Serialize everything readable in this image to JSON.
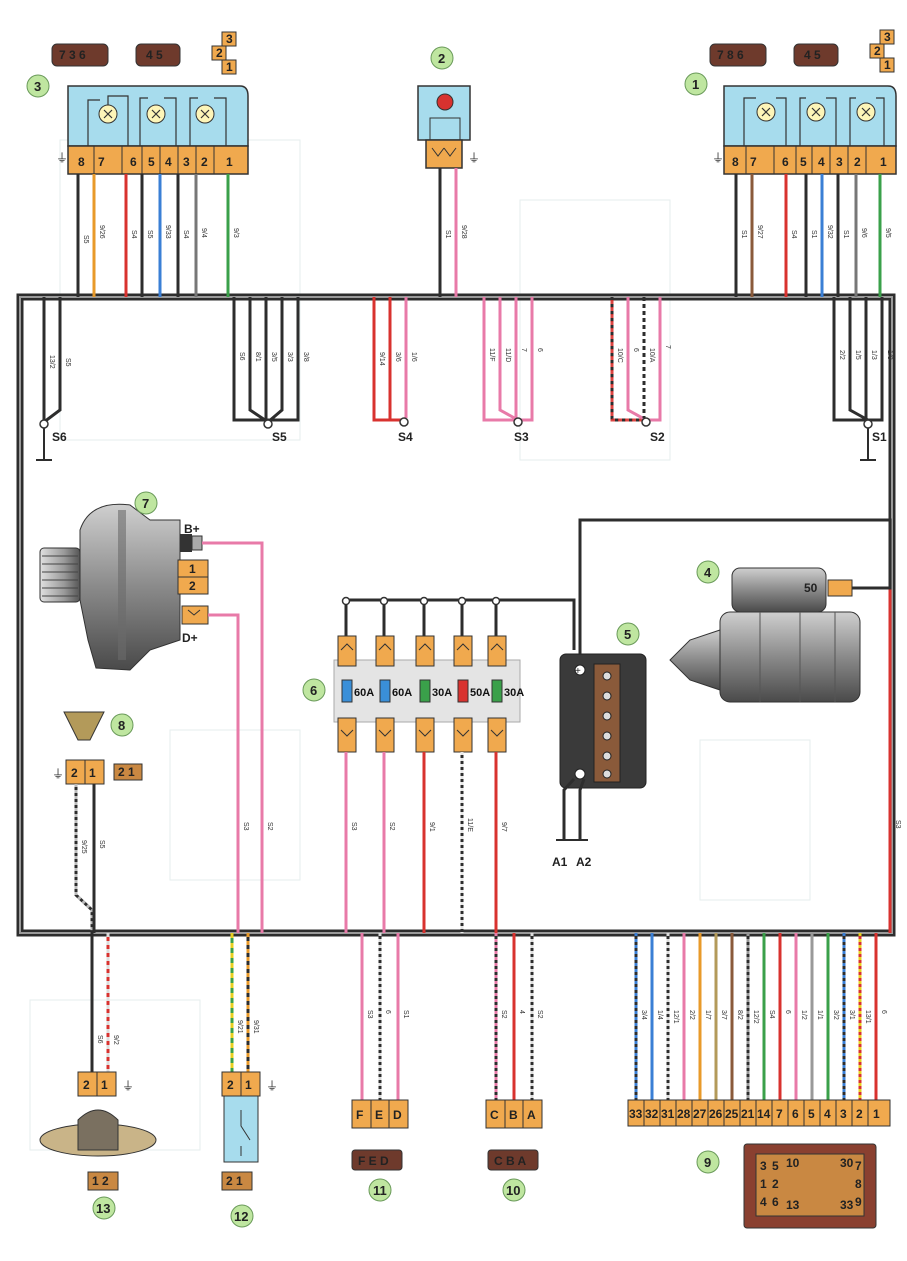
{
  "components": {
    "c1": "1",
    "c2": "2",
    "c3": "3",
    "c4": "4",
    "c5": "5",
    "c6": "6",
    "c7": "7",
    "c8": "8",
    "c9": "9",
    "c10": "10",
    "c11": "11",
    "c12": "12",
    "c13": "13"
  },
  "lamp_pins": [
    "8",
    "7",
    "6",
    "5",
    "4",
    "3",
    "2",
    "1"
  ],
  "lamp_connector_views": {
    "a": "7 3 6",
    "b": "4 5",
    "c": [
      "3",
      "2",
      "1"
    ]
  },
  "right_lamp_connector_views": {
    "a": "7 8 6",
    "b": "4 5",
    "c": [
      "3",
      "2",
      "1"
    ]
  },
  "splices": {
    "s6": "S6",
    "s5": "S5",
    "s4": "S4",
    "s3": "S3",
    "s2": "S2",
    "s1": "S1"
  },
  "alternator": {
    "bplus": "B+",
    "dplus": "D+",
    "p1": "1",
    "p2": "2"
  },
  "starter": {
    "term": "50"
  },
  "fuses": [
    "60A",
    "60A",
    "30A",
    "50A",
    "30A"
  ],
  "ground": {
    "a1": "A1",
    "a2": "A2"
  },
  "horn_pins": [
    "2",
    "1"
  ],
  "horn_conn": "2 1",
  "fan_pins": [
    "2",
    "1"
  ],
  "fan_conn": "1 2",
  "sensor12_pins": [
    "2",
    "1"
  ],
  "sensor12_conn": "2 1",
  "conn11": [
    "F",
    "E",
    "D"
  ],
  "conn11_view": "F E D",
  "conn10": [
    "C",
    "B",
    "A"
  ],
  "conn10_view": "C B A",
  "conn9": [
    "33",
    "32",
    "31",
    "28",
    "27",
    "26",
    "25",
    "21",
    "14",
    "7",
    "6",
    "5",
    "4",
    "3",
    "2",
    "1"
  ],
  "conn9_view": {
    "r1": [
      "3",
      "5",
      "10",
      "30",
      "7"
    ],
    "r2": [
      "1",
      "2",
      "8"
    ],
    "r3": [
      "4",
      "6",
      "13",
      "33",
      "9"
    ]
  },
  "wire_labels": {
    "w3": [
      "S5",
      "9/26",
      "S4",
      "S5",
      "9/33",
      "S4",
      "9/4",
      "9/3"
    ],
    "w2": [
      "S1",
      "9/28"
    ],
    "w1": [
      "S1",
      "9/27",
      "S4",
      "S1",
      "9/32",
      "S1",
      "9/6",
      "9/5"
    ],
    "s6": [
      "13/2",
      "S5"
    ],
    "s5": [
      "S6",
      "8/1",
      "3/5",
      "3/3",
      "3/8"
    ],
    "s4": [
      "9/14",
      "3/6",
      "1/6"
    ],
    "s3": [
      "11/F",
      "11/D",
      "7",
      "6"
    ],
    "s2": [
      "10/C",
      "6",
      "10/A",
      "7"
    ],
    "s1": [
      "2/2",
      "1/5",
      "1/3",
      "1/8"
    ],
    "horn": [
      "9/25",
      "S5"
    ],
    "alt": [
      "S3",
      "S2"
    ],
    "fuse_out": [
      "S3",
      "S2",
      "9/1",
      "11/E",
      "9/7"
    ],
    "fan": [
      "S6",
      "9/2"
    ],
    "sens": [
      "9/21",
      "9/31"
    ],
    "c11": [
      "S3",
      "6",
      "S1"
    ],
    "c10": [
      "S2",
      "4",
      "S2"
    ],
    "c9": [
      "3/4",
      "1/4",
      "12/1",
      "2/2",
      "1/7",
      "3/7",
      "8/2",
      "12/2",
      "S4",
      "6",
      "1/2",
      "1/1",
      "3/2",
      "3/1",
      "13/1",
      "6"
    ],
    "starter": "S3"
  },
  "colors": {
    "harness": "#2d2d2d",
    "lamp_housing": "#a7dced",
    "connector": "#f0a94e",
    "fuse_block": "#e4e4e4"
  }
}
